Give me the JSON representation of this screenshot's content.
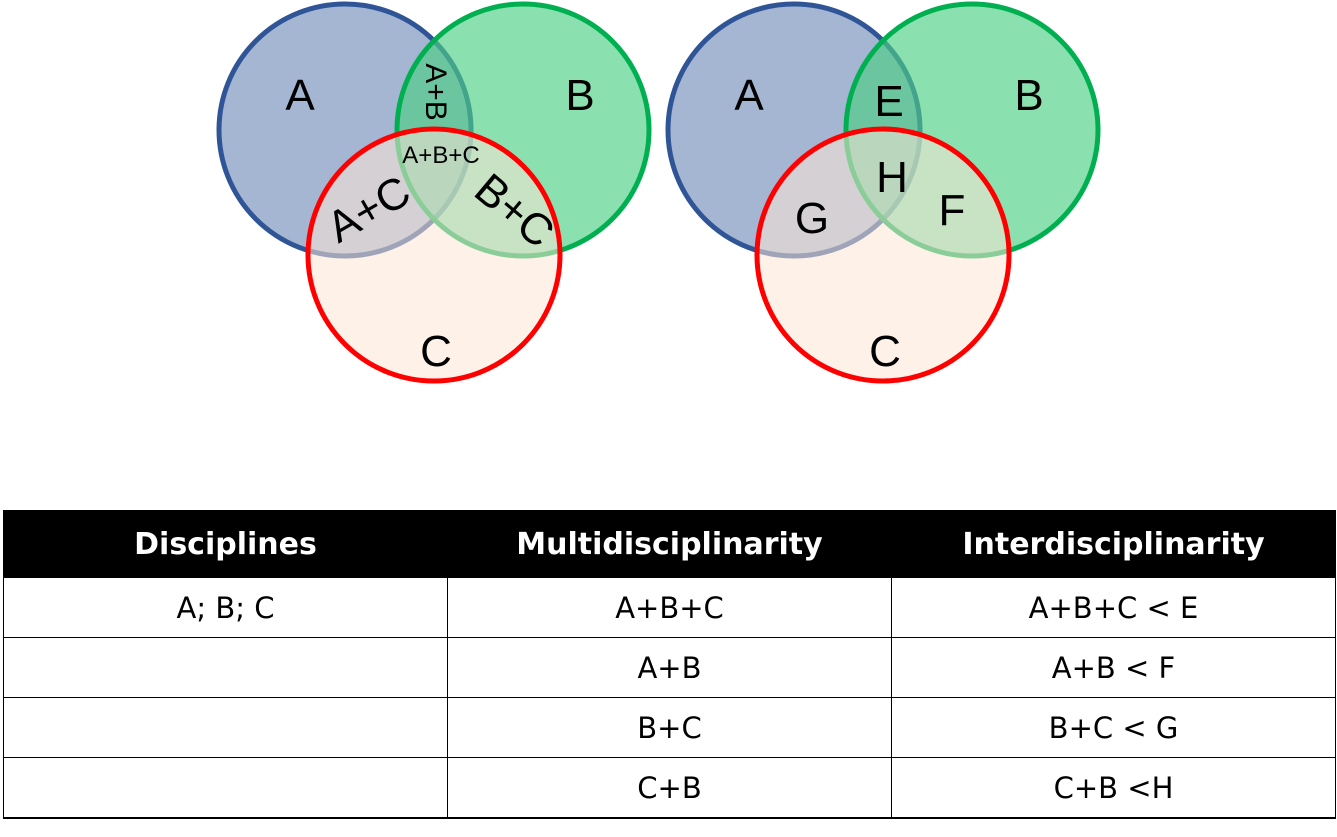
{
  "diagram_left": {
    "labels": {
      "a": "A",
      "b": "B",
      "c": "C",
      "ab": "A+B",
      "abc": "A+B+C",
      "ac": "A+C",
      "bc": "B+C"
    }
  },
  "diagram_right": {
    "labels": {
      "a": "A",
      "b": "B",
      "c": "C",
      "e": "E",
      "h": "H",
      "g": "G",
      "f": "F"
    }
  },
  "colors": {
    "circle_a_fill": "#8fa4c8",
    "circle_a_stroke": "#2f5597",
    "circle_b_fill": "#4ccf84",
    "circle_b_stroke": "#00b050",
    "circle_c_fill": "#fbe5d6",
    "circle_c_stroke": "#ff0000",
    "header_bg": "#000000",
    "header_text": "#ffffff"
  },
  "table": {
    "headers": [
      "Disciplines",
      "Multidisciplinarity",
      "Interdisciplinarity"
    ],
    "rows": [
      [
        "A; B; C",
        "A+B+C",
        "A+B+C < E"
      ],
      [
        "",
        "A+B",
        "A+B < F"
      ],
      [
        "",
        "B+C",
        "B+C < G"
      ],
      [
        "",
        "C+B",
        "C+B <H"
      ]
    ]
  }
}
